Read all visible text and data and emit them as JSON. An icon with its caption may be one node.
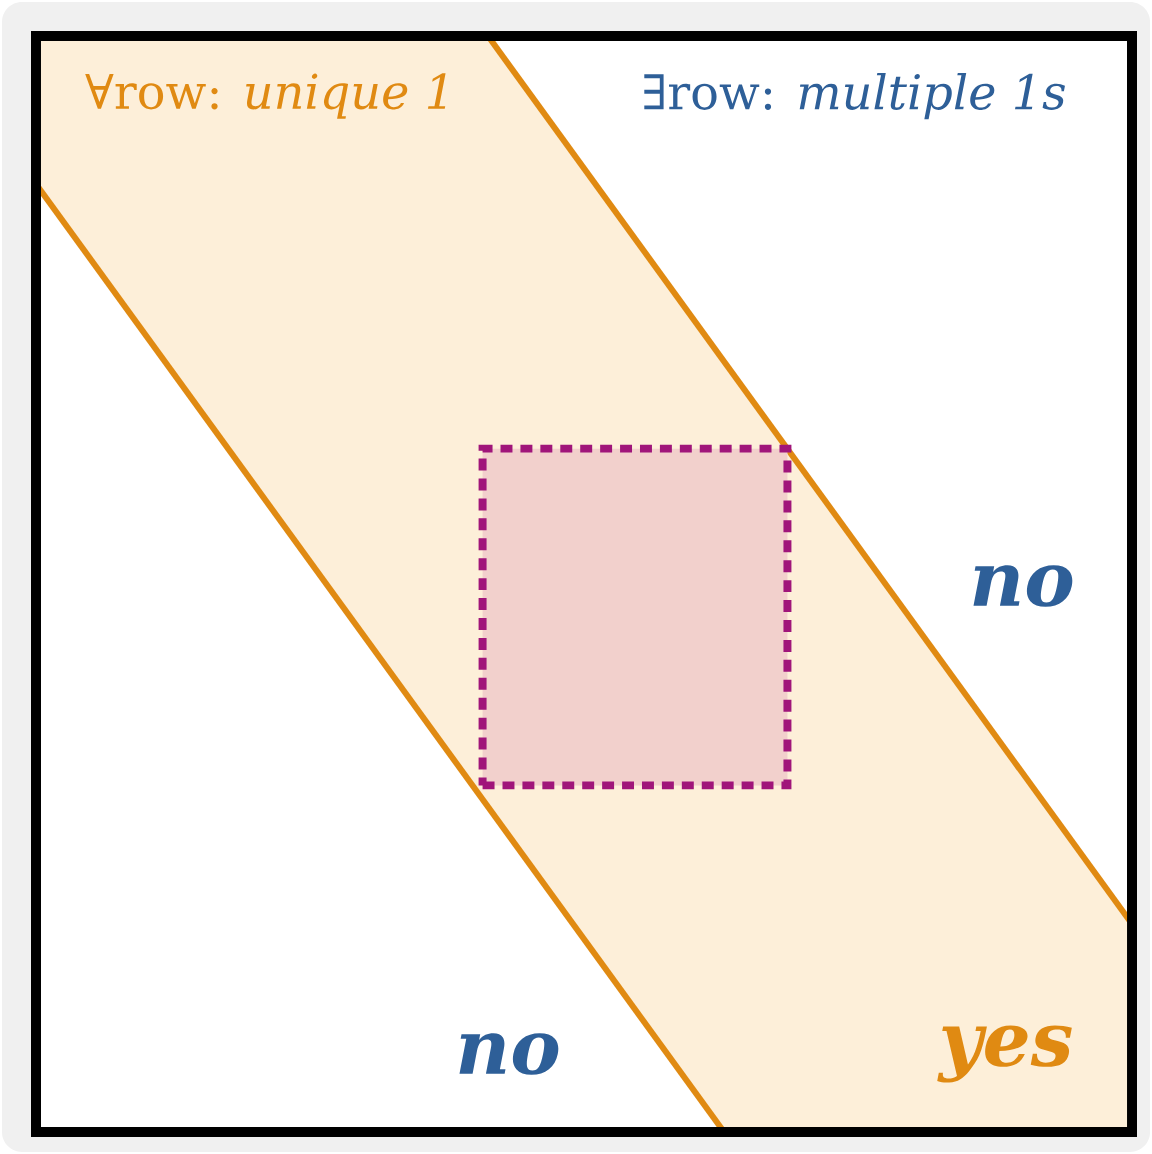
{
  "diagram": {
    "nodes": [
      {
        "text": [
          "∀row: *unique 1*",
          "yes"
        ]
      },
      {
        "text": [],
        "shape": "box",
        "in": 0
      }
    ],
    "edges": [],
    "labels": [
      "∃row: *multiple 1s*",
      "no",
      "no"
    ]
  }
}
